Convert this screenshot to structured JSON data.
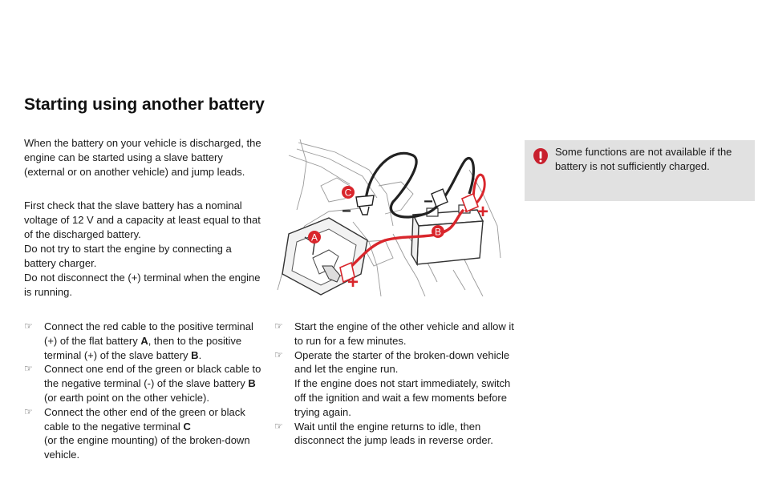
{
  "heading": "Starting using another battery",
  "intro": "When the battery on your vehicle is discharged, the engine can be started using a slave battery (external or on another vehicle) and jump leads.",
  "check": {
    "line1": "First check that the slave battery has a nominal voltage of 12 V and a capacity at least equal to that of the discharged battery.",
    "line2": "Do not try to start the engine by connecting a battery charger.",
    "line3": "Do not disconnect the (+) terminal when the engine is running."
  },
  "bullet_icon": "pointing-hand-icon",
  "steps_left": [
    {
      "pre": "Connect the red cable to the positive terminal (+) of the flat battery ",
      "b1": "A",
      "mid": ", then to the positive terminal (+) of the slave battery ",
      "b2": "B",
      "post": "."
    },
    {
      "pre": "Connect one end of the green or black cable to the negative terminal (-) of the slave battery ",
      "b1": "B",
      "post": " (or earth point on the other vehicle)."
    },
    {
      "pre": "Connect the other end of the green or black cable to the negative terminal ",
      "b1": "C",
      "post_line2": "(or the engine mounting) of the broken-down vehicle."
    }
  ],
  "steps_right": [
    {
      "text": "Start the engine of the other vehicle and allow it to run for a few minutes."
    },
    {
      "text": "Operate the starter of the broken-down vehicle and let the engine run.",
      "text2": "If the engine does not start immediately, switch off the ignition and wait a few moments before trying again."
    },
    {
      "text": "Wait until the engine returns to idle, then disconnect the jump leads in reverse order."
    }
  ],
  "note": {
    "icon": "warning-icon",
    "text": "Some functions are not available if the battery is not sufficiently charged."
  },
  "illustration": {
    "label_a": "A",
    "label_b": "B",
    "label_c": "C",
    "plus": "+",
    "minus": "−",
    "red_color": "#d9262c",
    "dark_color": "#222222"
  }
}
